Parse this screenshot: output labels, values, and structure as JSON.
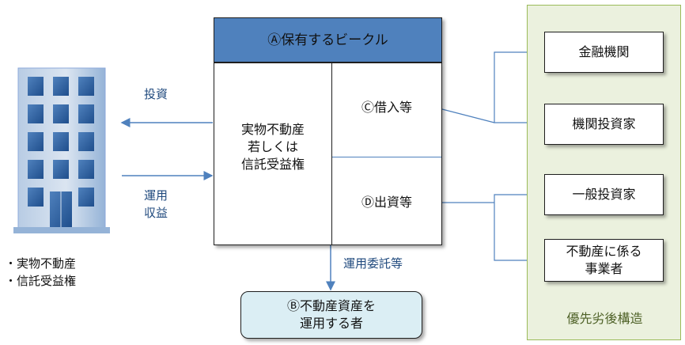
{
  "vehicle": {
    "header": "Ⓐ保有するビークル",
    "asset": "実物不動産\n若しくは\n信託受益権",
    "borrowing": "Ⓒ借入等",
    "equity": "Ⓓ出資等"
  },
  "flows": {
    "investment": "投資",
    "operating_income": "運用\n収益",
    "delegation": "運用委託等"
  },
  "manager": "Ⓑ不動産資産を\n運用する者",
  "property_types": [
    "実物不動産",
    "信託受益権"
  ],
  "lenders": [
    "金融機関",
    "機関投資家"
  ],
  "investors": [
    "一般投資家",
    "不動産に係る\n事業者"
  ],
  "priority_structure": "優先劣後構造",
  "colors": {
    "header_fill": "#4f81bd",
    "panel_fill": "#ebf1de",
    "manager_fill": "#dbeef4",
    "arrow": "#4f81bd"
  }
}
